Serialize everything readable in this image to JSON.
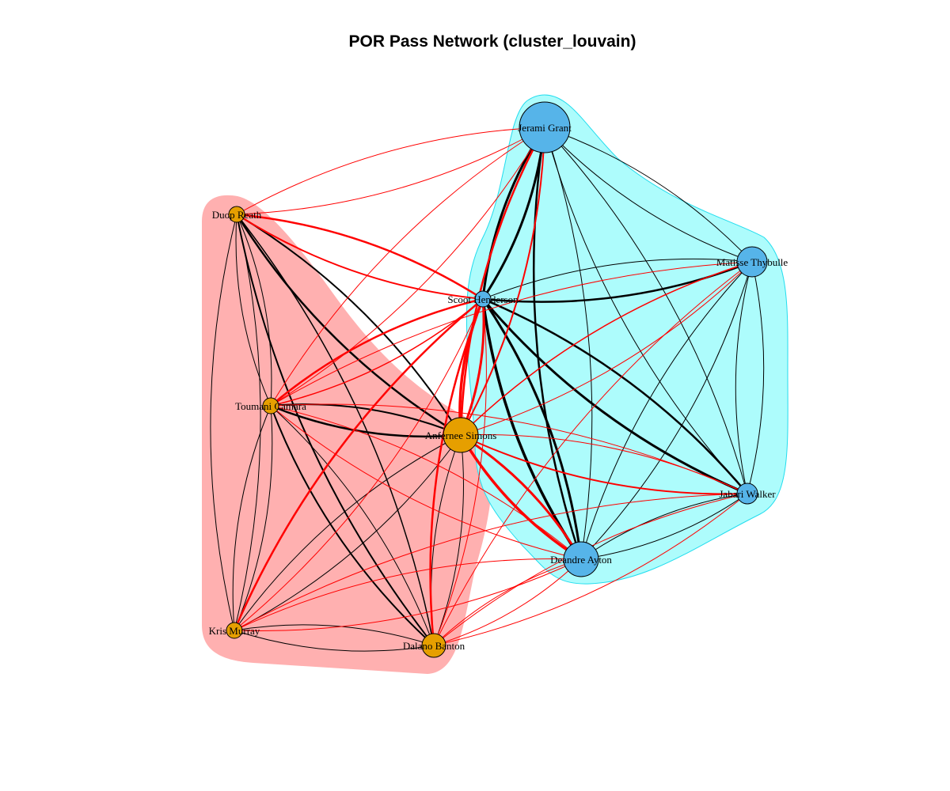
{
  "title": "POR Pass Network (cluster_louvain)",
  "colors": {
    "cluster_a_fill": "#FFB0B0",
    "cluster_b_fill": "#ADFCFC",
    "cluster_b_stroke": "#22DDEE",
    "node_orange": "#E69F00",
    "node_blue": "#56B4E9",
    "edge_within": "#000000",
    "edge_between": "#FF0000"
  },
  "clusters": [
    {
      "id": "cluster-a",
      "color": "#FFB0B0",
      "members": [
        "Duop Reath",
        "Toumani Camara",
        "Anfernee Simons",
        "Kris Murray",
        "Dalano Banton"
      ]
    },
    {
      "id": "cluster-b",
      "color": "#ADFCFC",
      "members": [
        "Jerami Grant",
        "Matisse Thybulle",
        "Scoot Henderson",
        "Jabari Walker",
        "Deandre Ayton"
      ]
    }
  ],
  "nodes": [
    {
      "id": "grant",
      "label": "Jerami Grant",
      "cluster": "cluster-b",
      "color": "#56B4E9"
    },
    {
      "id": "thybulle",
      "label": "Matisse Thybulle",
      "cluster": "cluster-b",
      "color": "#56B4E9"
    },
    {
      "id": "henderson",
      "label": "Scoot Henderson",
      "cluster": "cluster-b",
      "color": "#56B4E9"
    },
    {
      "id": "walker",
      "label": "Jabari Walker",
      "cluster": "cluster-b",
      "color": "#56B4E9"
    },
    {
      "id": "ayton",
      "label": "Deandre Ayton",
      "cluster": "cluster-b",
      "color": "#56B4E9"
    },
    {
      "id": "reath",
      "label": "Duop Reath",
      "cluster": "cluster-a",
      "color": "#E69F00"
    },
    {
      "id": "camara",
      "label": "Toumani Camara",
      "cluster": "cluster-a",
      "color": "#E69F00"
    },
    {
      "id": "simons",
      "label": "Anfernee Simons",
      "cluster": "cluster-a",
      "color": "#E69F00"
    },
    {
      "id": "murray",
      "label": "Kris Murray",
      "cluster": "cluster-a",
      "color": "#E69F00"
    },
    {
      "id": "banton",
      "label": "Dalano Banton",
      "cluster": "cluster-a",
      "color": "#E69F00"
    }
  ],
  "edges": [
    {
      "source": "grant",
      "target": "henderson",
      "weight": 3,
      "between": false
    },
    {
      "source": "henderson",
      "target": "grant",
      "weight": 3,
      "between": false
    },
    {
      "source": "grant",
      "target": "ayton",
      "weight": 2.5,
      "between": false
    },
    {
      "source": "ayton",
      "target": "grant",
      "weight": 1,
      "between": false
    },
    {
      "source": "grant",
      "target": "thybulle",
      "weight": 1,
      "between": false
    },
    {
      "source": "thybulle",
      "target": "grant",
      "weight": 1,
      "between": false
    },
    {
      "source": "grant",
      "target": "walker",
      "weight": 1,
      "between": false
    },
    {
      "source": "walker",
      "target": "grant",
      "weight": 1,
      "between": false
    },
    {
      "source": "henderson",
      "target": "thybulle",
      "weight": 2.5,
      "between": false
    },
    {
      "source": "thybulle",
      "target": "henderson",
      "weight": 1,
      "between": false
    },
    {
      "source": "henderson",
      "target": "walker",
      "weight": 3,
      "between": false
    },
    {
      "source": "walker",
      "target": "henderson",
      "weight": 2.5,
      "between": false
    },
    {
      "source": "henderson",
      "target": "ayton",
      "weight": 3.5,
      "between": false
    },
    {
      "source": "ayton",
      "target": "henderson",
      "weight": 3,
      "between": false
    },
    {
      "source": "thybulle",
      "target": "walker",
      "weight": 1,
      "between": false
    },
    {
      "source": "walker",
      "target": "thybulle",
      "weight": 1,
      "between": false
    },
    {
      "source": "thybulle",
      "target": "ayton",
      "weight": 1,
      "between": false
    },
    {
      "source": "ayton",
      "target": "thybulle",
      "weight": 1,
      "between": false
    },
    {
      "source": "walker",
      "target": "ayton",
      "weight": 1,
      "between": false
    },
    {
      "source": "ayton",
      "target": "walker",
      "weight": 1,
      "between": false
    },
    {
      "source": "reath",
      "target": "camara",
      "weight": 1,
      "between": false
    },
    {
      "source": "camara",
      "target": "reath",
      "weight": 1,
      "between": false
    },
    {
      "source": "reath",
      "target": "simons",
      "weight": 2.5,
      "between": false
    },
    {
      "source": "simons",
      "target": "reath",
      "weight": 2,
      "between": false
    },
    {
      "source": "reath",
      "target": "murray",
      "weight": 1,
      "between": false
    },
    {
      "source": "murray",
      "target": "reath",
      "weight": 1,
      "between": false
    },
    {
      "source": "reath",
      "target": "banton",
      "weight": 2,
      "between": false
    },
    {
      "source": "banton",
      "target": "reath",
      "weight": 1.5,
      "between": false
    },
    {
      "source": "camara",
      "target": "simons",
      "weight": 2.5,
      "between": false
    },
    {
      "source": "simons",
      "target": "camara",
      "weight": 2,
      "between": false
    },
    {
      "source": "camara",
      "target": "murray",
      "weight": 1,
      "between": false
    },
    {
      "source": "murray",
      "target": "camara",
      "weight": 1,
      "between": false
    },
    {
      "source": "camara",
      "target": "banton",
      "weight": 2,
      "between": false
    },
    {
      "source": "banton",
      "target": "camara",
      "weight": 1,
      "between": false
    },
    {
      "source": "simons",
      "target": "murray",
      "weight": 1,
      "between": false
    },
    {
      "source": "murray",
      "target": "simons",
      "weight": 1,
      "between": false
    },
    {
      "source": "simons",
      "target": "banton",
      "weight": 1,
      "between": false
    },
    {
      "source": "banton",
      "target": "simons",
      "weight": 1,
      "between": false
    },
    {
      "source": "murray",
      "target": "banton",
      "weight": 1,
      "between": false
    },
    {
      "source": "banton",
      "target": "murray",
      "weight": 1,
      "between": false
    },
    {
      "source": "henderson",
      "target": "simons",
      "weight": 3.5,
      "between": true
    },
    {
      "source": "simons",
      "target": "henderson",
      "weight": 3,
      "between": true
    },
    {
      "source": "henderson",
      "target": "reath",
      "weight": 2.5,
      "between": true
    },
    {
      "source": "reath",
      "target": "henderson",
      "weight": 2,
      "between": true
    },
    {
      "source": "henderson",
      "target": "camara",
      "weight": 2.5,
      "between": true
    },
    {
      "source": "camara",
      "target": "henderson",
      "weight": 1.5,
      "between": true
    },
    {
      "source": "henderson",
      "target": "murray",
      "weight": 2.5,
      "between": true
    },
    {
      "source": "murray",
      "target": "henderson",
      "weight": 1,
      "between": true
    },
    {
      "source": "henderson",
      "target": "banton",
      "weight": 2.5,
      "between": true
    },
    {
      "source": "banton",
      "target": "henderson",
      "weight": 1,
      "between": true
    },
    {
      "source": "grant",
      "target": "simons",
      "weight": 2.5,
      "between": true
    },
    {
      "source": "simons",
      "target": "grant",
      "weight": 2,
      "between": true
    },
    {
      "source": "grant",
      "target": "reath",
      "weight": 1,
      "between": true
    },
    {
      "source": "reath",
      "target": "grant",
      "weight": 1,
      "between": true
    },
    {
      "source": "grant",
      "target": "camara",
      "weight": 1,
      "between": true
    },
    {
      "source": "camara",
      "target": "grant",
      "weight": 1,
      "between": true
    },
    {
      "source": "simons",
      "target": "ayton",
      "weight": 3.5,
      "between": true
    },
    {
      "source": "ayton",
      "target": "simons",
      "weight": 3,
      "between": true
    },
    {
      "source": "simons",
      "target": "walker",
      "weight": 2,
      "between": true
    },
    {
      "source": "walker",
      "target": "simons",
      "weight": 1,
      "between": true
    },
    {
      "source": "thybulle",
      "target": "simons",
      "weight": 1.5,
      "between": true
    },
    {
      "source": "simons",
      "target": "thybulle",
      "weight": 1,
      "between": true
    },
    {
      "source": "ayton",
      "target": "camara",
      "weight": 1,
      "between": true
    },
    {
      "source": "camara",
      "target": "ayton",
      "weight": 1,
      "between": true
    },
    {
      "source": "ayton",
      "target": "murray",
      "weight": 1,
      "between": true
    },
    {
      "source": "murray",
      "target": "ayton",
      "weight": 1,
      "between": true
    },
    {
      "source": "ayton",
      "target": "banton",
      "weight": 1,
      "between": true
    },
    {
      "source": "banton",
      "target": "ayton",
      "weight": 1,
      "between": true
    },
    {
      "source": "walker",
      "target": "camara",
      "weight": 1,
      "between": true
    },
    {
      "source": "walker",
      "target": "banton",
      "weight": 1,
      "between": true
    },
    {
      "source": "banton",
      "target": "walker",
      "weight": 1,
      "between": true
    },
    {
      "source": "walker",
      "target": "murray",
      "weight": 1,
      "between": true
    },
    {
      "source": "thybulle",
      "target": "camara",
      "weight": 1,
      "between": true
    },
    {
      "source": "thybulle",
      "target": "banton",
      "weight": 1,
      "between": true
    }
  ]
}
